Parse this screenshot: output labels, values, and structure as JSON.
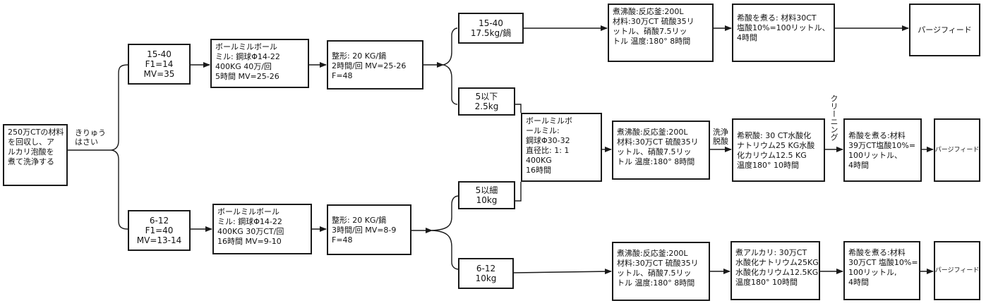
{
  "nodes": {
    "start": [
      "250万CTの材料",
      "を回収し、ア",
      "ルカリ泡酸を",
      "煮て洗浄する"
    ],
    "upper_class": [
      "15-40",
      "F1=14",
      "MV=35"
    ],
    "lower_class": [
      "6-12",
      "F1=40",
      "MV=13-14"
    ],
    "upper_ballmill": [
      "ボールミルボール",
      "ミル: 鋼球Φ14-22",
      "400KG 40万/回",
      "5時間 MV=25-26"
    ],
    "lower_ballmill": [
      "ボールミルボール",
      "ミル: 鋼球Φ14-22",
      "400KG 30万CT/回",
      "16時間 MV=9-10"
    ],
    "upper_shaping": [
      "整形: 20 KG/鍋",
      "2時間/回 MV=25-26",
      "F=48"
    ],
    "lower_shaping": [
      "整形: 20 KG/鍋",
      "3時間/回 MV=8-9",
      "F=48"
    ],
    "out_15_40": [
      "15-40",
      "17.5kg/鍋"
    ],
    "out_5below": [
      "5以下",
      "2.5kg"
    ],
    "out_5fine": [
      "5以細",
      "10kg"
    ],
    "out_6_12": [
      "6-12",
      "10kg"
    ],
    "mid_ballmill": [
      "ボールミルボ",
      "ールミル:",
      "鋼球Φ30-32",
      "直径比: 1: 1",
      "400KG",
      "16時間"
    ],
    "top_acid": [
      "煮沸酸:反応釜:200L",
      "材料:30万CT 硫酸35リ",
      "ットル、硝酸7.5リッ",
      "トル 温度:180° 8時間"
    ],
    "top_dilute": [
      "希酸を煮る: 材料30CT",
      "塩酸10%=100リットル、",
      "4時間"
    ],
    "top_purge": [
      "パージフィード"
    ],
    "mid_acid": [
      "煮沸酸:反応釜:200L",
      "材料:30万CT 硫酸35リ",
      "ットル、硝酸7.5リッ",
      "トル 温度:180° 8時間"
    ],
    "mid_dilute_alkali": [
      "希釈酸: 30 CT水酸化",
      "ナトリウム25 KG水酸",
      "化カリウム12.5 KG",
      "温度180° 10時間"
    ],
    "mid_dilute": [
      "希酸を煮る:材料",
      "39万CT塩酸10%=",
      "100リットル、",
      "4時間"
    ],
    "mid_purge": [
      "パージフィード"
    ],
    "bot_acid": [
      "煮沸酸:反応釜:200L",
      "材料:30万CT 硫酸35リ",
      "ットル、硝酸7.5リッ",
      "トル 温度:180° 8時間"
    ],
    "bot_alkali": [
      "煮アルカリ: 30万CT",
      "水酸化ナトリウム25KG",
      "水酸化カリウム12.5KG",
      "温度180° 10時間"
    ],
    "bot_dilute": [
      "希酸を煮る:材料",
      "30万CT 塩酸10%=",
      "100リットル,",
      "4時間"
    ],
    "bot_purge": [
      "パージフィード"
    ]
  },
  "labels": {
    "classify": [
      "きりゅう",
      "はさい"
    ],
    "wash": [
      "洗浄",
      "脱酸"
    ],
    "cleaning": "クリーニング"
  }
}
